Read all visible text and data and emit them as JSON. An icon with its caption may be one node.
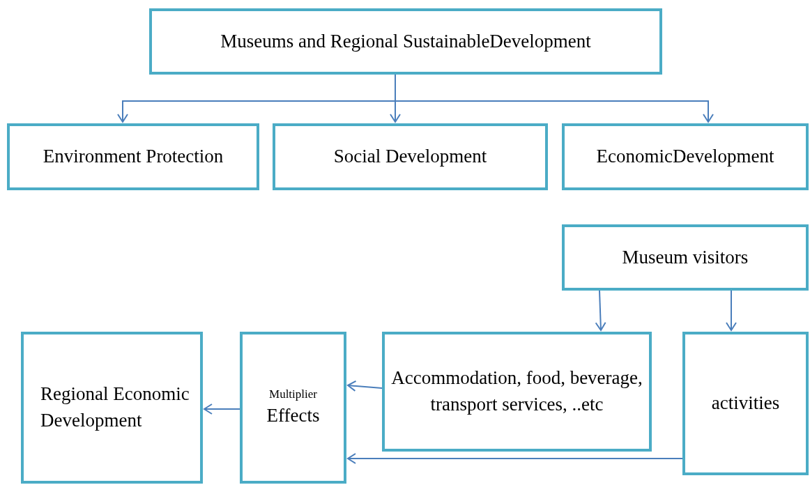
{
  "diagram": {
    "nodes": [
      {
        "text": [
          "Museums and Regional SustainableDevelopment"
        ]
      },
      {
        "text": [
          "Environment Protection"
        ]
      },
      {
        "text": [
          "Social Development"
        ]
      },
      {
        "text": [
          "EconomicDevelopment"
        ]
      },
      {
        "text": [
          "Museum visitors"
        ]
      },
      {
        "text": [
          "Accommodation, food, beverage, transport services, ..etc"
        ]
      },
      {
        "text": [
          "activities"
        ]
      },
      {
        "text": [
          "Multiplier",
          "Effects"
        ]
      },
      {
        "text": [
          "Regional Economic Development"
        ]
      }
    ],
    "edges": [
      {
        "from": 0,
        "to": 1,
        "arrow": "to"
      },
      {
        "from": 0,
        "to": 2,
        "arrow": "to"
      },
      {
        "from": 0,
        "to": 3,
        "arrow": "to"
      },
      {
        "from": 4,
        "to": 5,
        "arrow": "to"
      },
      {
        "from": 4,
        "to": 6,
        "arrow": "to"
      },
      {
        "from": 5,
        "to": 7,
        "arrow": "to"
      },
      {
        "from": 6,
        "to": 7,
        "arrow": "to"
      },
      {
        "from": 7,
        "to": 8,
        "arrow": "to"
      }
    ]
  }
}
